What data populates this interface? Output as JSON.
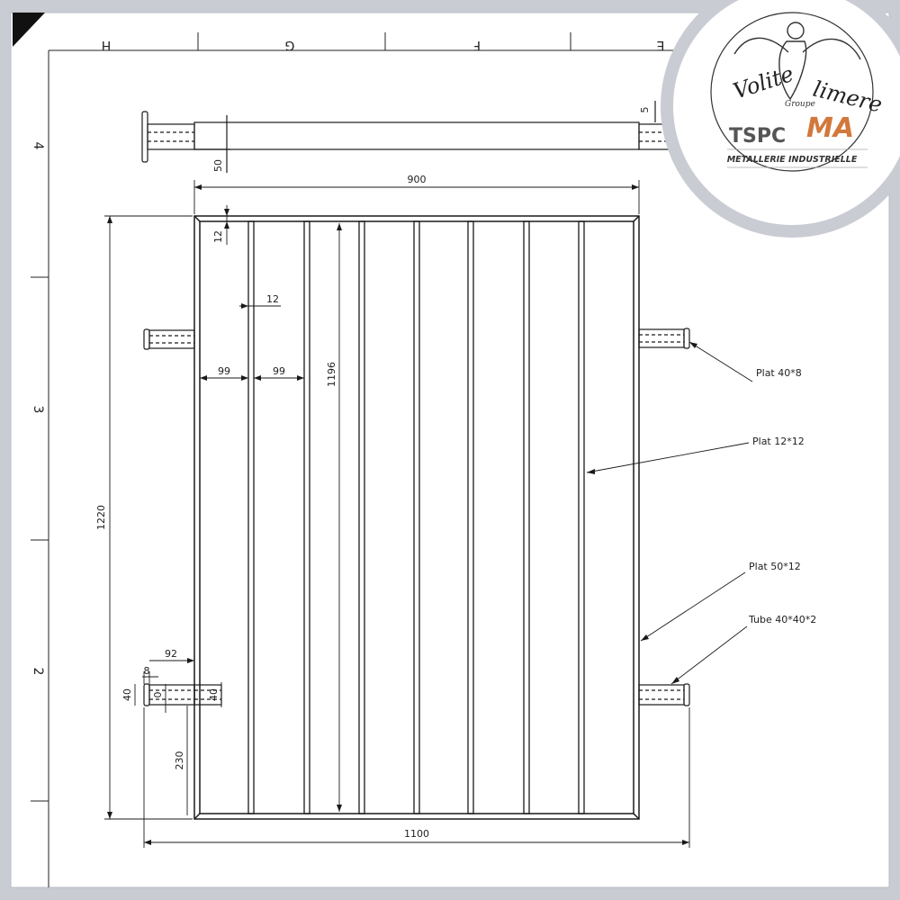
{
  "grid": {
    "columns": [
      "H",
      "G",
      "F",
      "E"
    ],
    "rows": [
      "4",
      "3",
      "2"
    ]
  },
  "dimensions": {
    "overall_width": "900",
    "overall_height": "1220",
    "inner_bar_length": "1196",
    "total_width_with_hinges": "1100",
    "frame_thickness": "12",
    "bar_thickness": "12",
    "bar_spacing_1": "99",
    "bar_spacing_2": "99",
    "hinge_offset": "92",
    "plate_thickness": "8",
    "tube_height_left": "40",
    "tube_height_right": "40",
    "gap": "0",
    "hinge_from_bottom": "230",
    "top_view_height": "50",
    "top_view_small": "5"
  },
  "callouts": {
    "plat_40x8": "Plat 40*8",
    "plat_12x12": "Plat 12*12",
    "plat_50x12": "Plat 50*12",
    "tube_40x40x2": "Tube 40*40*2"
  },
  "logo": {
    "brand_left": "Volite",
    "brand_right": "limere",
    "groupe": "Groupe",
    "tspc": "TSPC",
    "ma": "MA",
    "tagline": "METALLERIE INDUSTRIELLE"
  },
  "colors": {
    "line": "#1a1a1a",
    "background": "#c9ccd3",
    "sheet": "#ffffff",
    "logo_orange": "#d2783c",
    "logo_grey": "#555555"
  }
}
